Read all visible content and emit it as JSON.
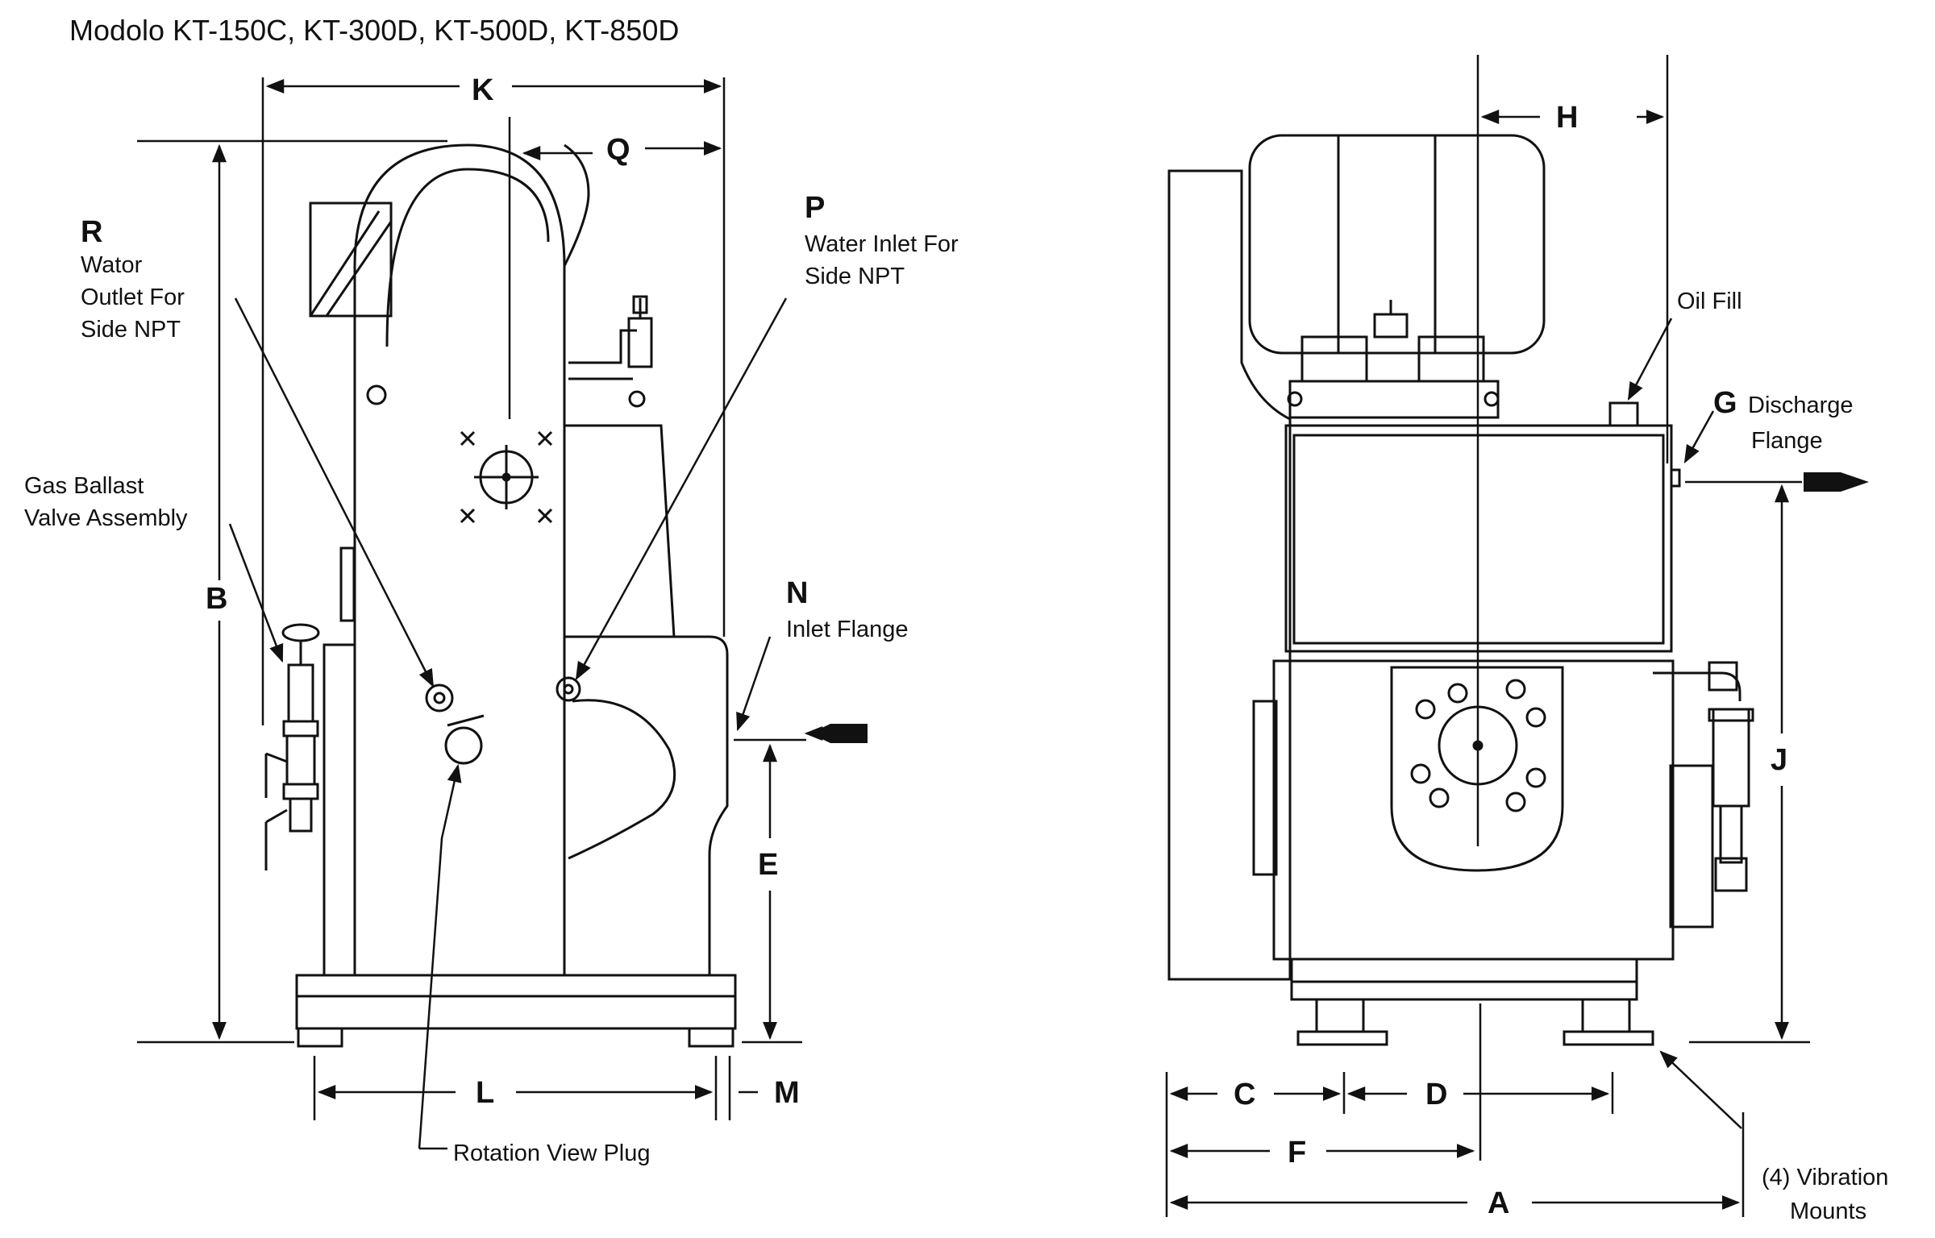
{
  "title": "Modolo KT-150C, KT-300D, KT-500D, KT-850D",
  "dimensions": {
    "K": "K",
    "Q": "Q",
    "B": "B",
    "E": "E",
    "L": "L",
    "M": "M",
    "H": "H",
    "J": "J",
    "C": "C",
    "D": "D",
    "F": "F",
    "A": "A",
    "P": "P",
    "R": "R",
    "N": "N",
    "G": "G"
  },
  "callouts": {
    "water_outlet_line1": "Wator",
    "water_outlet_line2": "Outlet For",
    "water_outlet_line3": "Side NPT",
    "water_inlet_line1": "Water Inlet For",
    "water_inlet_line2": "Side NPT",
    "gas_ballast_line1": "Gas Ballast",
    "gas_ballast_line2": "Valve Assembly",
    "inlet_flange": "Inlet Flange",
    "rotation_view_plug": "Rotation View Plug",
    "oil_fill": "Oil Fill",
    "discharge_line1": "Discharge",
    "discharge_line2": "Flange",
    "vibration_line1": "(4) Vibration",
    "vibration_line2": "Mounts"
  }
}
